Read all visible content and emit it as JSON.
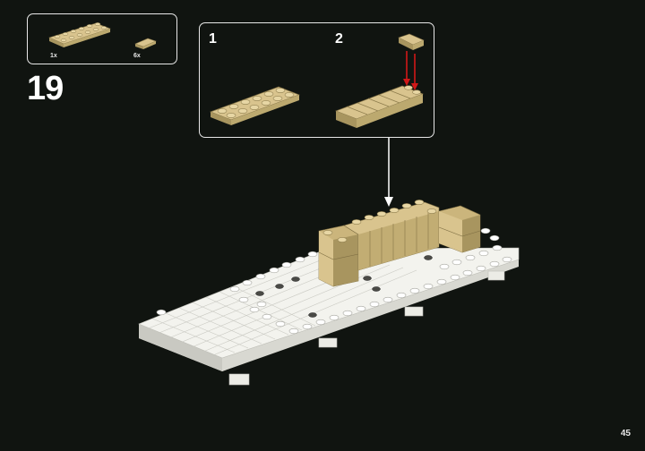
{
  "parts": [
    {
      "qty": "1x",
      "icon": "tan-plate-2x6-icon"
    },
    {
      "qty": "6x",
      "icon": "tan-tile-1x2-icon"
    }
  ],
  "step_number": "19",
  "substeps": [
    {
      "num": "1"
    },
    {
      "num": "2"
    }
  ],
  "page_number": "45",
  "colors": {
    "background": "#101410",
    "tan": "#d9c48e",
    "tan_dark": "#a8955f",
    "white_brick": "#ecece6",
    "dark_stud": "#4a4a46",
    "arrow_red": "#d01818"
  }
}
